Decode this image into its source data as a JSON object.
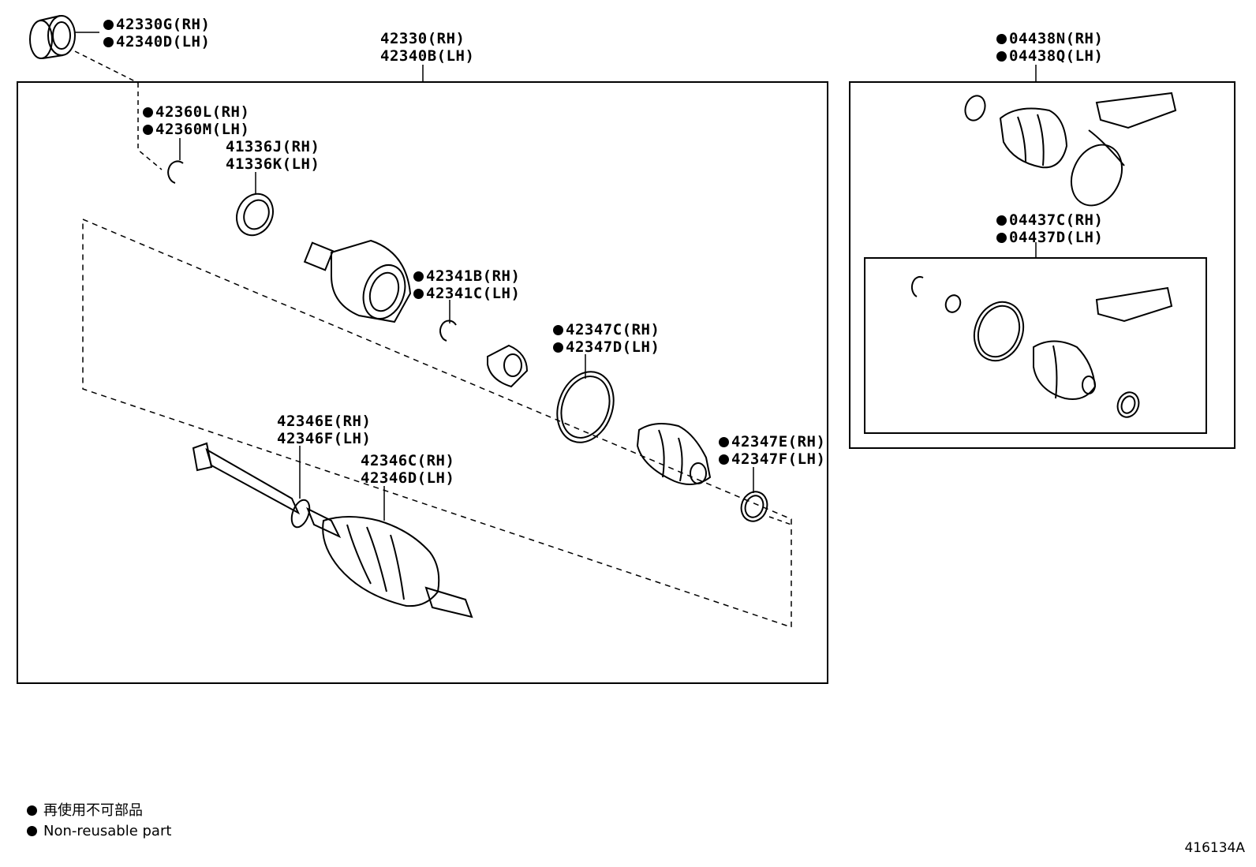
{
  "labels": {
    "l42330g": {
      "rh": "42330G(RH)",
      "lh": "42340D(LH)"
    },
    "l42330": {
      "rh": "42330(RH)",
      "lh": "42340B(LH)"
    },
    "l42360": {
      "rh": "42360L(RH)",
      "lh": "42360M(LH)"
    },
    "l41336": {
      "rh": "41336J(RH)",
      "lh": "41336K(LH)"
    },
    "l42341": {
      "rh": "42341B(RH)",
      "lh": "42341C(LH)"
    },
    "l42347c": {
      "rh": "42347C(RH)",
      "lh": "42347D(LH)"
    },
    "l42346e": {
      "rh": "42346E(RH)",
      "lh": "42346F(LH)"
    },
    "l42346c": {
      "rh": "42346C(RH)",
      "lh": "42346D(LH)"
    },
    "l42347e": {
      "rh": "42347E(RH)",
      "lh": "42347F(LH)"
    },
    "l04438": {
      "rh": "04438N(RH)",
      "lh": "04438Q(LH)"
    },
    "l04437": {
      "rh": "04437C(RH)",
      "lh": "04437D(LH)"
    }
  },
  "legend": {
    "japanese": "再使用不可部品",
    "english": "Non-reusable part"
  },
  "diagram_id": "416134A"
}
